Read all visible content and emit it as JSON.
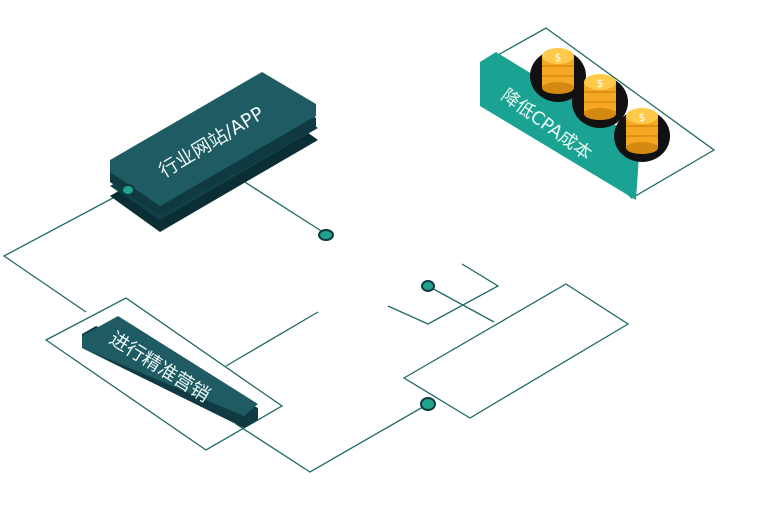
{
  "diagram": {
    "nodes": {
      "industry_site": {
        "label": "行业网站/APP"
      },
      "precision_marketing": {
        "label": "进行精准营销"
      },
      "reduce_cpa": {
        "label": "降低CPA成本"
      },
      "coins": {
        "symbol": "$"
      }
    },
    "colors": {
      "line": "#1f6b66",
      "block_top": "#1f5b62",
      "block_side": "#0f3a42",
      "block_side_dark": "#0b2d34",
      "teal_panel": "#1aa393",
      "coin": "#f5a623",
      "coin_dark": "#d48a10",
      "coin_shadow": "#111111",
      "node_dot": "#1fa38a"
    }
  }
}
